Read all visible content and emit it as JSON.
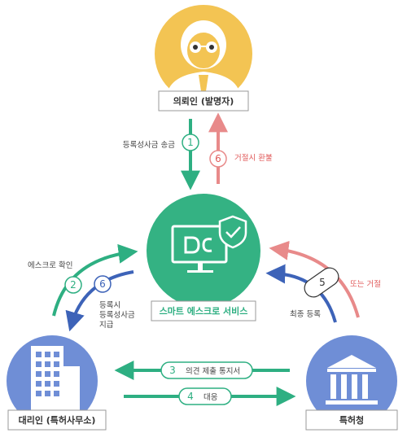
{
  "nodes": {
    "requester": {
      "label": "의뢰인 (발명자)"
    },
    "escrow": {
      "label": "스마트 에스크로 서비스"
    },
    "agent": {
      "label": "대리인 (특허사무소)"
    },
    "office": {
      "label": "특허청"
    }
  },
  "steps": {
    "s1": {
      "num": "1",
      "text": "등록성사금 송금"
    },
    "s6_top": {
      "num": "6",
      "text": "거절시 환불"
    },
    "s2": {
      "num": "2",
      "text": "에스크로 확인"
    },
    "s6_left": {
      "num": "6",
      "lines": [
        "등록시",
        "등록성사금",
        "지급"
      ]
    },
    "s5": {
      "num": "5",
      "text_top": "또는 거절",
      "text_bottom": "최종 등록"
    },
    "s3": {
      "num": "3",
      "text": "의견 제출 통지서"
    },
    "s4": {
      "num": "4",
      "text": "대응"
    }
  },
  "colors": {
    "green": "#2eaf82",
    "blue": "#3d63b8",
    "red": "#e88a8a",
    "yellow": "#f3c453",
    "escrow_circle": "#34b283",
    "building_blue": "#6f8ed6"
  },
  "icons": {
    "requester": "person-glasses-icon",
    "escrow": "monitor-shield-icon",
    "agent": "office-building-icon",
    "office": "government-building-icon"
  }
}
